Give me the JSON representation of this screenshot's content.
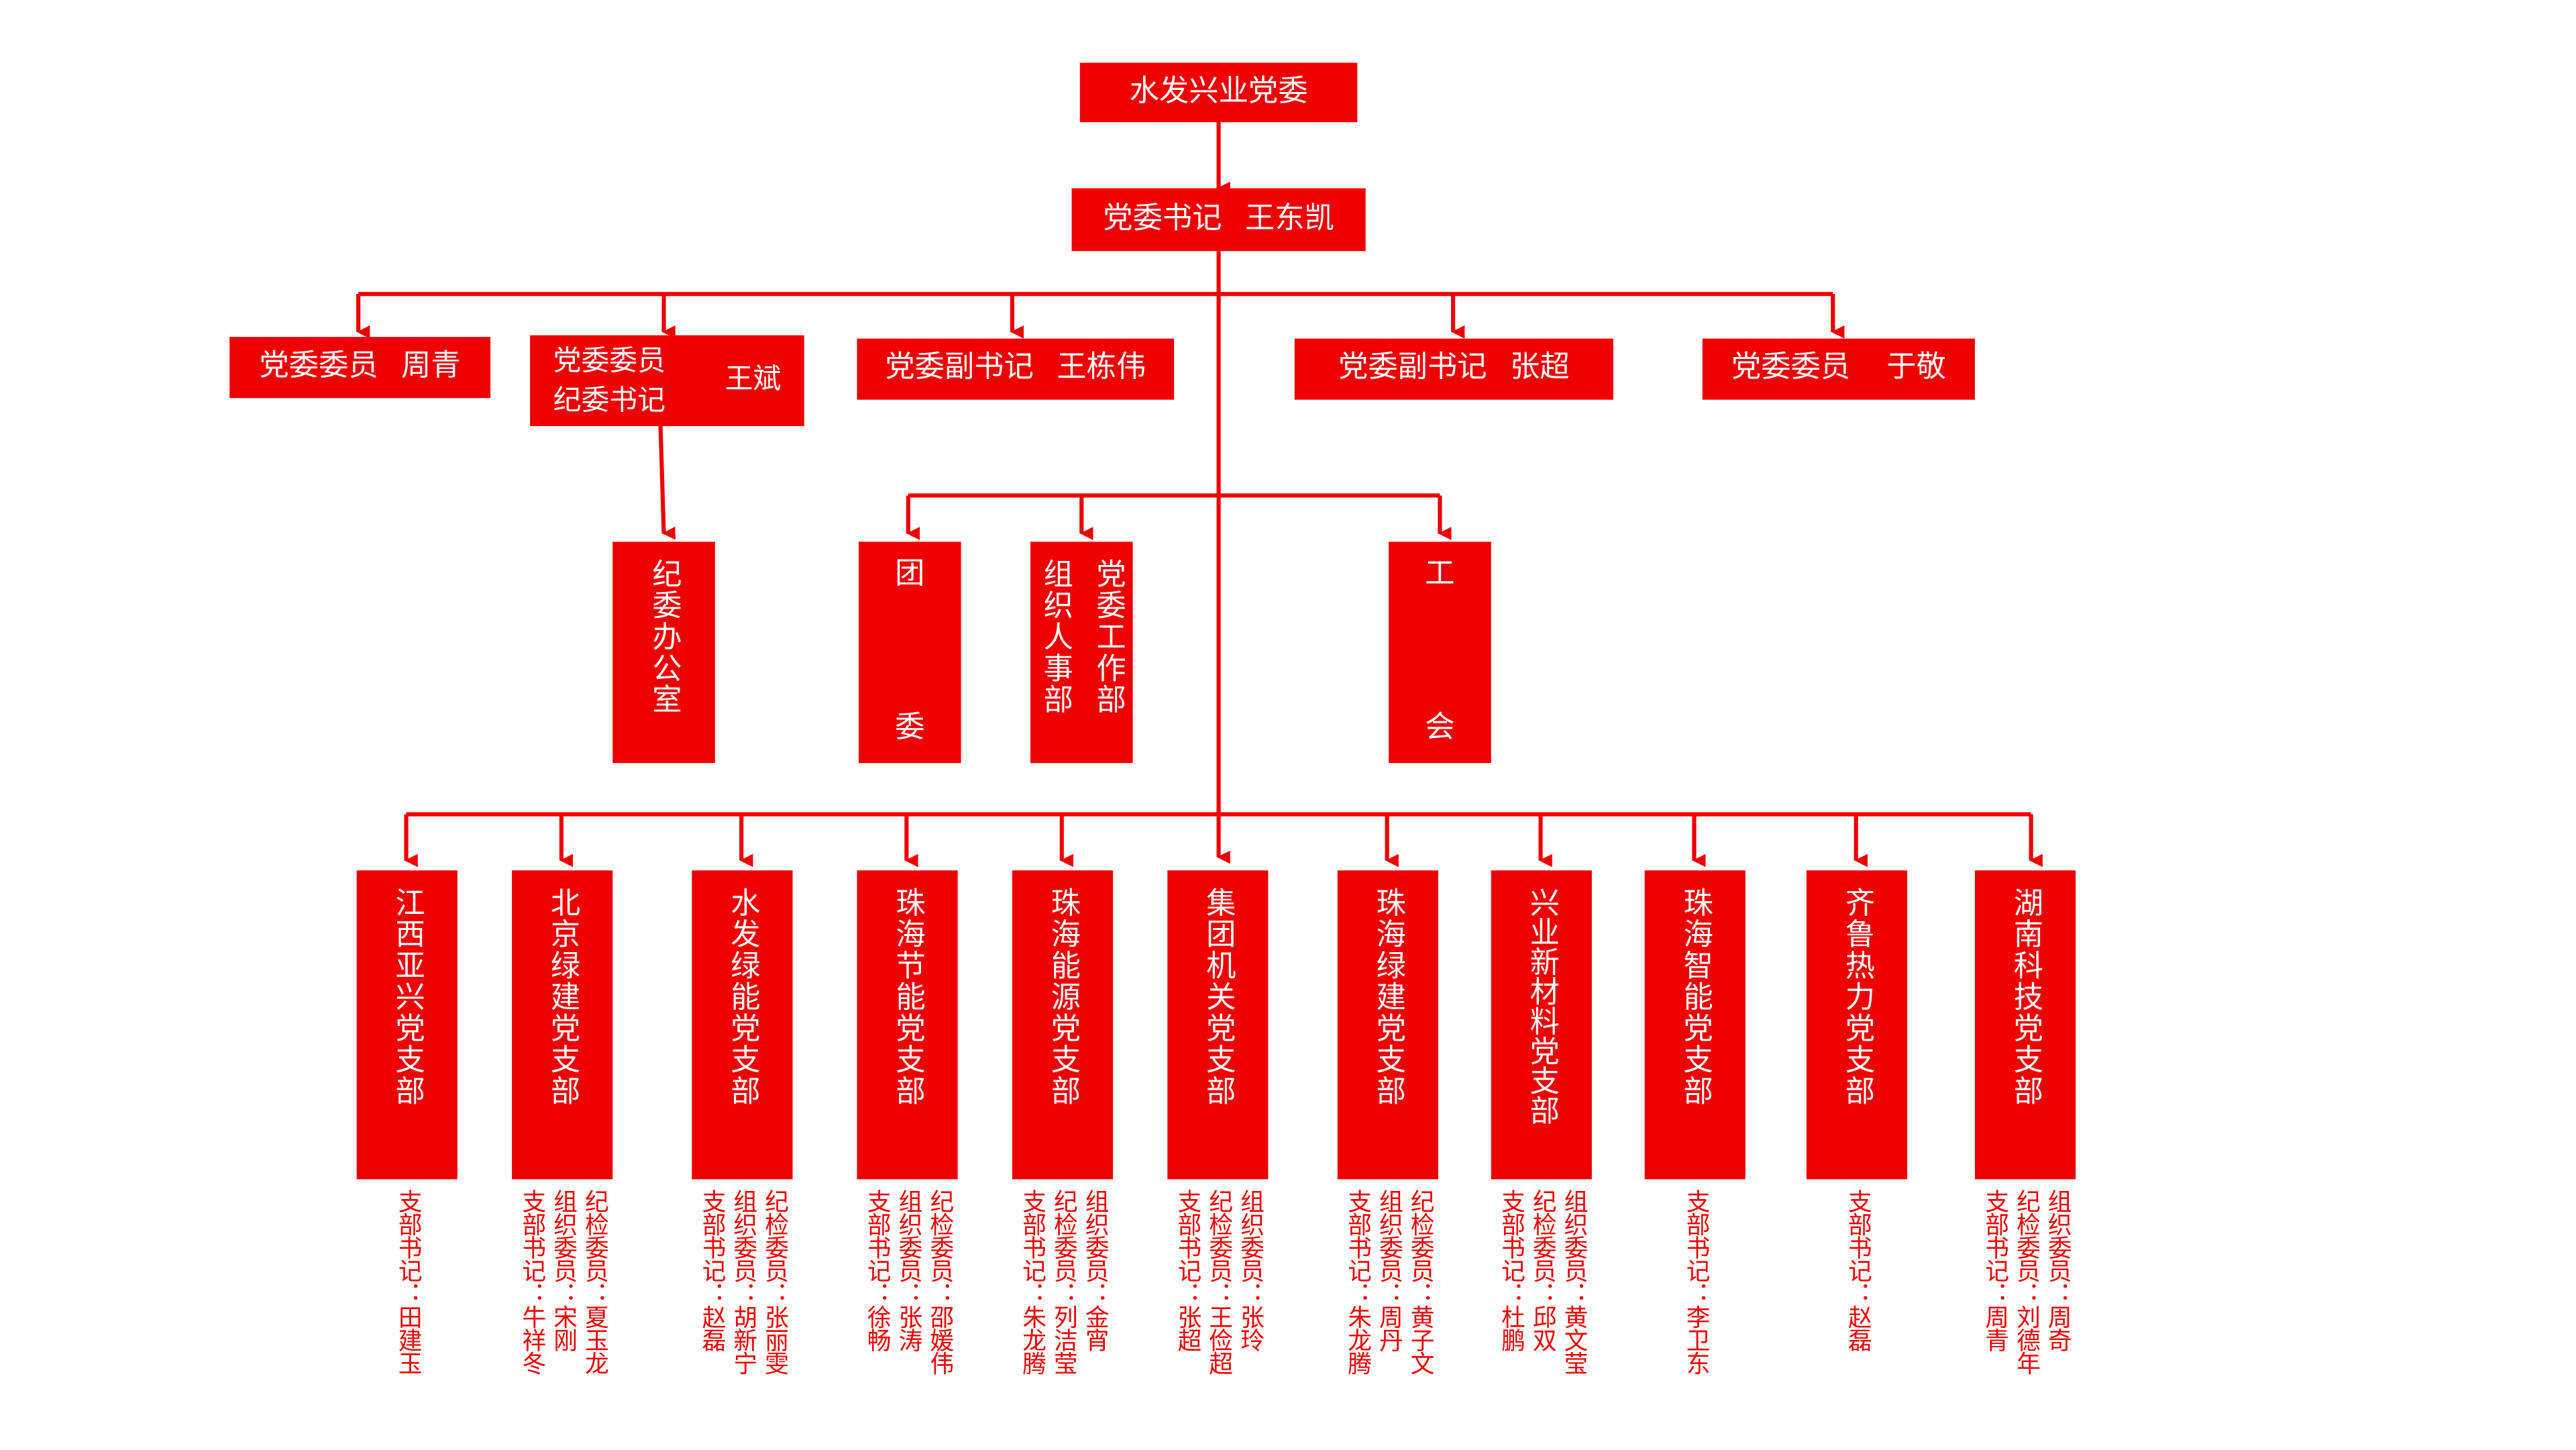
{
  "colors": {
    "primary": "#ef0000",
    "text_on_primary": "#ffffff"
  },
  "top": {
    "title": "水发兴业党委"
  },
  "secretary": {
    "role": "党委书记",
    "name": "王东凯"
  },
  "committee": [
    {
      "role": "党委委员",
      "name": "周青"
    },
    {
      "role_line1": "党委委员",
      "role_line2": "纪委书记",
      "name": "王斌"
    },
    {
      "role": "党委副书记",
      "name": "王栋伟"
    },
    {
      "role": "党委副书记",
      "name": "张超"
    },
    {
      "role": "党委委员",
      "name": "于敬"
    }
  ],
  "departments": {
    "discipline_office": "纪委办公室",
    "youth_league": {
      "top": "团",
      "bottom": "委"
    },
    "org": {
      "col1": "党委工作部",
      "col2": "组织人事部"
    },
    "union": {
      "top": "工",
      "bottom": "会"
    }
  },
  "branches": [
    {
      "name": "江西亚兴党支部",
      "members": [
        "支部书记：田建玉"
      ]
    },
    {
      "name": "北京绿建党支部",
      "members": [
        "纪检委员：夏玉龙",
        "组织委员：宋刚",
        "支部书记：牛祥冬"
      ]
    },
    {
      "name": "水发绿能党支部",
      "members": [
        "纪检委员：张丽雯",
        "组织委员：胡新宁",
        "支部书记：赵磊"
      ]
    },
    {
      "name": "珠海节能党支部",
      "members": [
        "纪检委员：邵媛伟",
        "组织委员：张涛",
        "支部书记：徐畅"
      ]
    },
    {
      "name": "珠海能源党支部",
      "members": [
        "组织委员：金宵",
        "纪检委员：列洁莹",
        "支部书记：朱龙腾"
      ]
    },
    {
      "name": "集团机关党支部",
      "members": [
        "组织委员：张玲",
        "纪检委员：王俭超",
        "支部书记：张超"
      ]
    },
    {
      "name": "珠海绿建党支部",
      "members": [
        "纪检委员：黄子文",
        "组织委员：周丹",
        "支部书记：朱龙腾"
      ]
    },
    {
      "name": "兴业新材料党支部",
      "members": [
        "组织委员：黄文莹",
        "纪检委员：邱双",
        "支部书记：杜鹏"
      ]
    },
    {
      "name": "珠海智能党支部",
      "members": [
        "支部书记：李卫东"
      ]
    },
    {
      "name": "齐鲁热力党支部",
      "members": [
        "支部书记：赵磊"
      ]
    },
    {
      "name": "湖南科技党支部",
      "members": [
        "组织委员：周奇",
        "纪检委员：刘德年",
        "支部书记：周青"
      ]
    }
  ]
}
